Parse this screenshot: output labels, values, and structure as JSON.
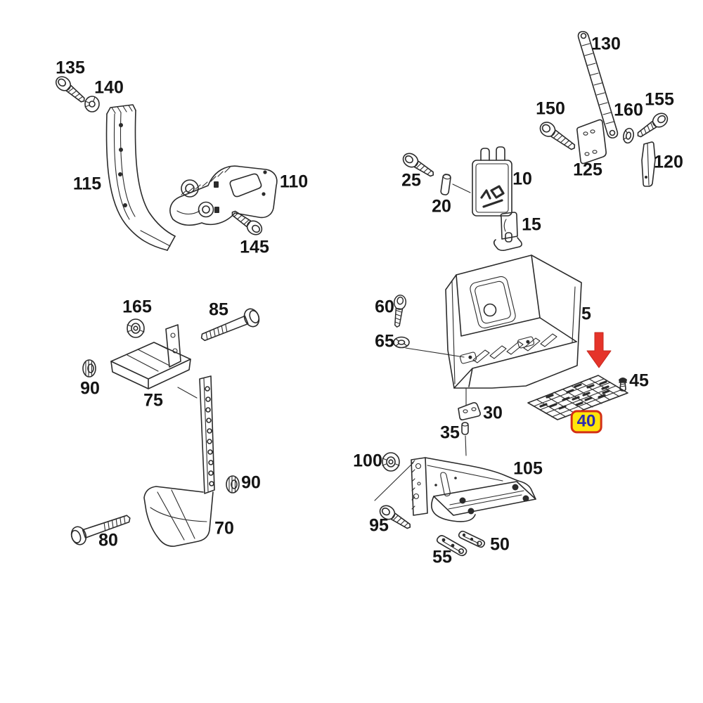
{
  "diagram": {
    "type": "exploded-parts-diagram",
    "background": "#ffffff",
    "line_color": "#2b2b2b",
    "arrow": {
      "name": "red-arrow",
      "direction": "down",
      "color": "#e5342a"
    },
    "highlight": {
      "text": "40",
      "text_color": "#2b2bb0",
      "bg_color": "#ffe60a",
      "border_color": "#d33016"
    },
    "labels": [
      {
        "part": "135",
        "text": "135"
      },
      {
        "part": "140",
        "text": "140"
      },
      {
        "part": "115",
        "text": "115"
      },
      {
        "part": "110",
        "text": "110"
      },
      {
        "part": "145",
        "text": "145"
      },
      {
        "part": "165",
        "text": "165"
      },
      {
        "part": "85",
        "text": "85"
      },
      {
        "part": "90-left",
        "text": "90"
      },
      {
        "part": "75",
        "text": "75"
      },
      {
        "part": "90-right",
        "text": "90"
      },
      {
        "part": "70",
        "text": "70"
      },
      {
        "part": "80",
        "text": "80"
      },
      {
        "part": "130",
        "text": "130"
      },
      {
        "part": "150",
        "text": "150"
      },
      {
        "part": "160",
        "text": "160"
      },
      {
        "part": "155",
        "text": "155"
      },
      {
        "part": "120",
        "text": "120"
      },
      {
        "part": "125",
        "text": "125"
      },
      {
        "part": "25",
        "text": "25"
      },
      {
        "part": "20",
        "text": "20"
      },
      {
        "part": "10",
        "text": "10"
      },
      {
        "part": "15",
        "text": "15"
      },
      {
        "part": "60",
        "text": "60"
      },
      {
        "part": "65",
        "text": "65"
      },
      {
        "part": "5",
        "text": "5"
      },
      {
        "part": "45",
        "text": "45"
      },
      {
        "part": "30",
        "text": "30"
      },
      {
        "part": "35",
        "text": "35"
      },
      {
        "part": "100",
        "text": "100"
      },
      {
        "part": "105",
        "text": "105"
      },
      {
        "part": "95",
        "text": "95"
      },
      {
        "part": "50",
        "text": "50"
      },
      {
        "part": "55",
        "text": "55"
      }
    ]
  }
}
